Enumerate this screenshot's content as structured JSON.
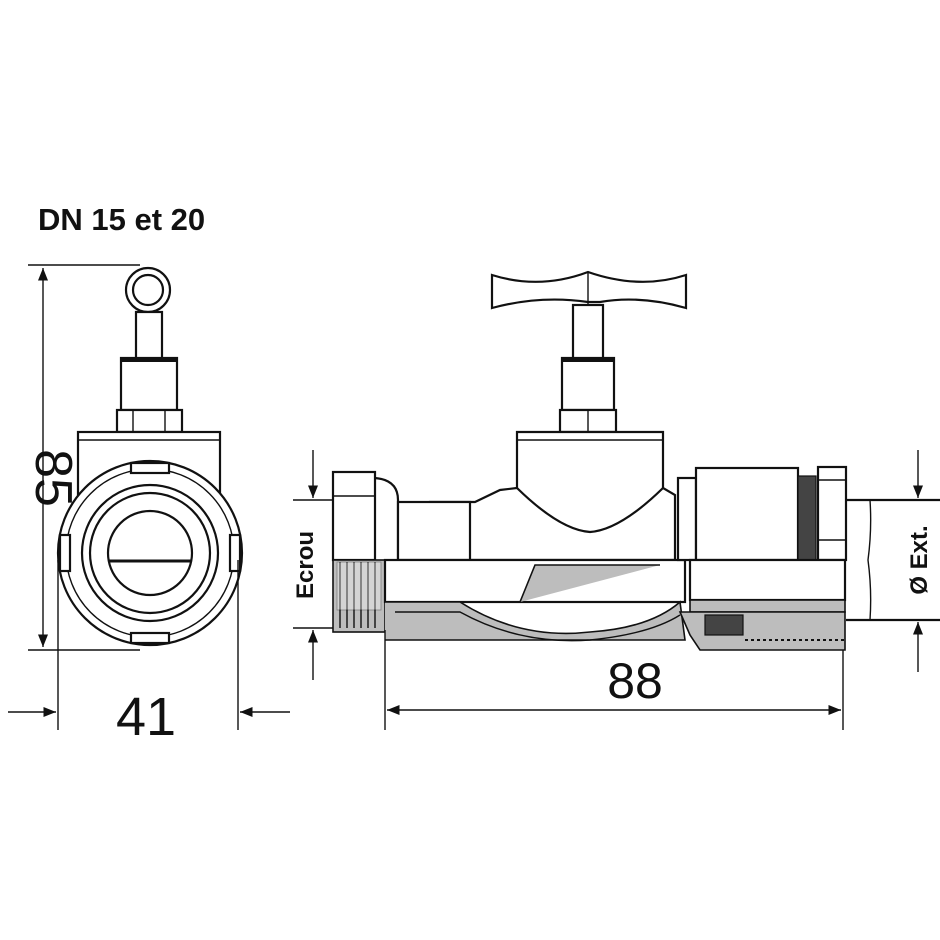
{
  "title": "DN 15 et 20",
  "dimensions": {
    "height": "85",
    "width": "41",
    "length": "88",
    "nut_label": "Ecrou",
    "outer_diameter_label": "Ø Ext."
  }
}
